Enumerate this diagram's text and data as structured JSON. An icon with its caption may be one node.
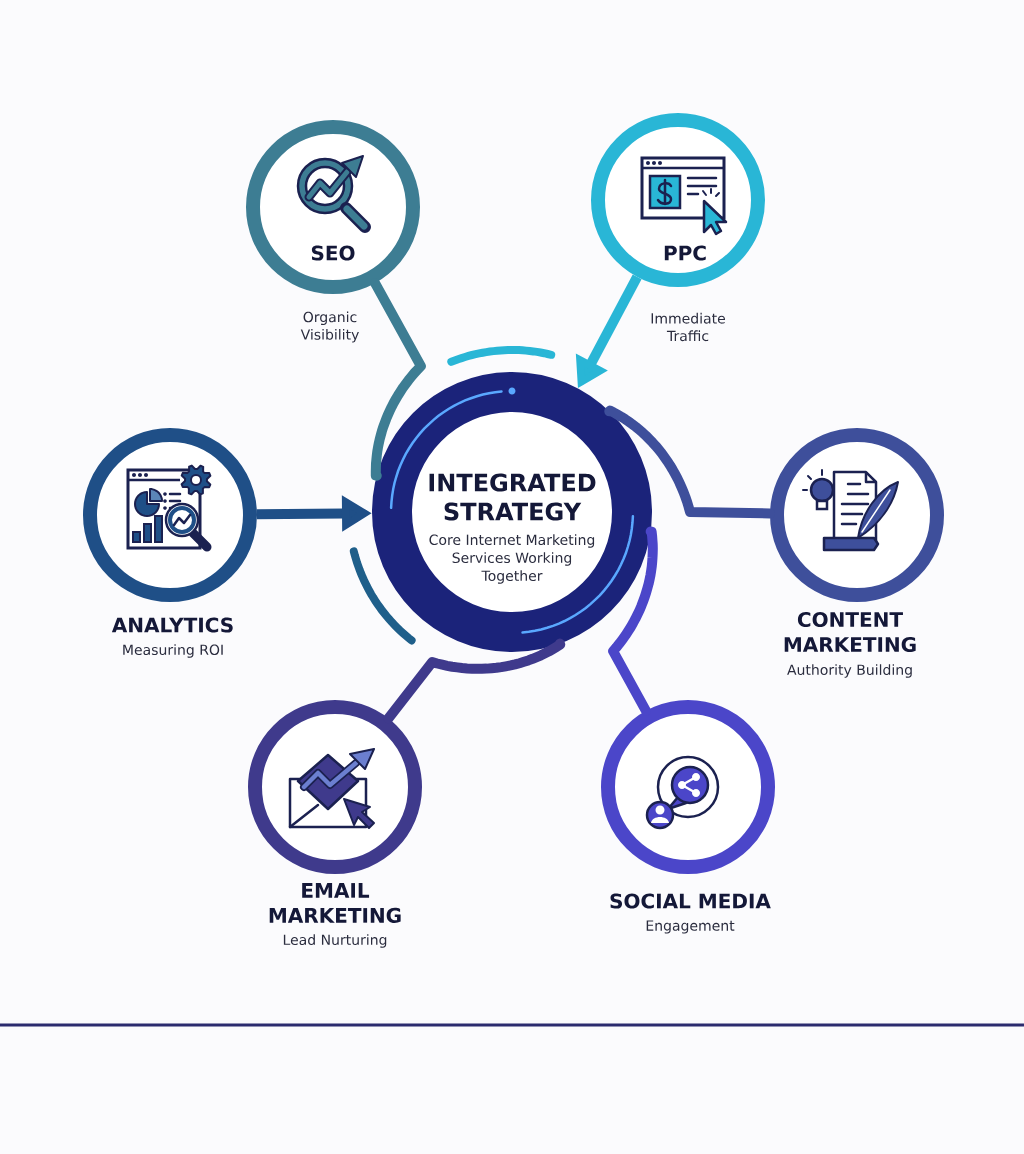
{
  "diagram": {
    "nodes": [
      {
        "text": [
          "SEO"
        ],
        "beside": [
          "Organic Visibility"
        ]
      },
      {
        "text": [
          "PPC"
        ],
        "beside": [
          "Immediate Traffic"
        ]
      },
      {
        "text": [
          "ANALYTICS",
          "Measuring ROI"
        ]
      },
      {
        "text": [
          "INTEGRATED STRATEGY",
          "Core Internet Marketing Services Working Together"
        ]
      },
      {
        "text": [
          "CONTENT MARKETING",
          "Authority Building"
        ]
      },
      {
        "text": [
          "EMAIL MARKETING",
          "Lead Nurturing"
        ]
      },
      {
        "text": [
          "SOCIAL MEDIA",
          "Engagement"
        ]
      }
    ],
    "edges": [
      {
        "from": 0,
        "to": 3,
        "arrow": "none",
        "color": "#3d7d93"
      },
      {
        "from": 1,
        "to": 3,
        "arrow": "to",
        "color": "#29b6d6"
      },
      {
        "from": 2,
        "to": 3,
        "arrow": "to",
        "color": "#1f4f87"
      },
      {
        "from": 4,
        "to": 3,
        "arrow": "none",
        "color": "#3e4f9b"
      },
      {
        "from": 5,
        "to": 3,
        "arrow": "none",
        "color": "#3f3a8c"
      },
      {
        "from": 6,
        "to": 3,
        "arrow": "none",
        "color": "#4b46c9"
      }
    ]
  }
}
